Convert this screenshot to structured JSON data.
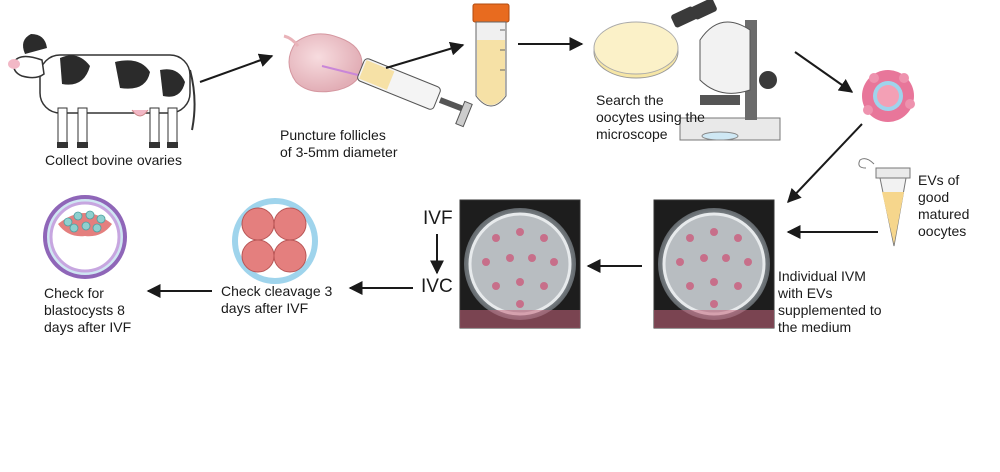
{
  "steps": {
    "collect": [
      "Collect bovine ovaries"
    ],
    "puncture": [
      "Puncture follicles",
      "of 3-5mm diameter"
    ],
    "search": [
      "Search the",
      "oocytes using the",
      "microscope"
    ],
    "evs": [
      "EVs of",
      "good",
      "matured",
      "oocytes"
    ],
    "ivm": [
      "Individual IVM",
      "with EVs",
      "supplemented to",
      "the medium"
    ],
    "ivf": "IVF",
    "ivc": "IVC",
    "cleavage": [
      "Check cleavage 3",
      "days after IVF"
    ],
    "blastocyst": [
      "Check for",
      "blastocysts 8",
      "days after IVF"
    ]
  },
  "colors": {
    "arrow": "#1a1a1a",
    "oocyte_pink": "#e8769a",
    "embryo_pink": "#e47f7e",
    "zona_blue": "#9fd4ec",
    "tube_cap": "#e86b1f",
    "medium_yellow": "#f6e1a6"
  }
}
